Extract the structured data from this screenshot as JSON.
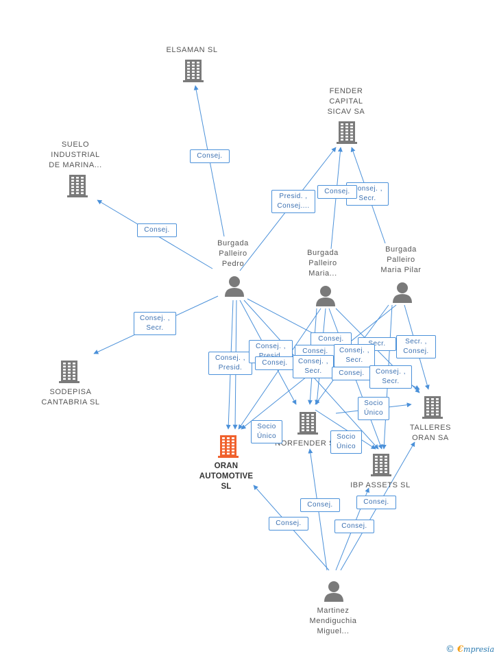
{
  "colors": {
    "edge": "#4a90d9",
    "node_gray": "#7a7a7a",
    "node_main": "#f0612d",
    "label_text": "#555555",
    "edge_label_text": "#3a6fb0"
  },
  "nodes": {
    "elsaman": {
      "label": "ELSAMAN SL",
      "icon": "building-icon"
    },
    "fender": {
      "label": "FENDER\nCAPITAL\nSICAV SA",
      "icon": "building-icon"
    },
    "suelo": {
      "label": "SUELO\nINDUSTRIAL\nDE MARINA...",
      "icon": "building-icon"
    },
    "pedro": {
      "label": "Burgada\nPalleiro\nPedro",
      "icon": "person-icon"
    },
    "maria": {
      "label": "Burgada\nPalleiro\nMaria...",
      "icon": "person-icon"
    },
    "mariapilar": {
      "label": "Burgada\nPalleiro\nMaria Pilar",
      "icon": "person-icon"
    },
    "sodepisa": {
      "label": "SODEPISA\nCANTABRIA SL",
      "icon": "building-icon"
    },
    "oran": {
      "label": "ORAN\nAUTOMOTIVE\nSL",
      "icon": "building-icon"
    },
    "norfender": {
      "label": "NORFENDER SL",
      "icon": "building-icon"
    },
    "talleres": {
      "label": "TALLERES\nORAN SA",
      "icon": "building-icon"
    },
    "ibp": {
      "label": "IBP ASSETS SL",
      "icon": "building-icon"
    },
    "martinez": {
      "label": "Martinez\nMendiguchia\nMiguel...",
      "icon": "person-icon"
    }
  },
  "edge_labels": {
    "consej": "Consej.",
    "presid_consej": "Presid. ,\nConsej....",
    "consej_secr": "Consej. ,\nSecr.",
    "secr_consej": "Secr. ,\nConsej.",
    "consej_presid": "Consej. ,\nPresid.",
    "socio_unico": "Socio\nÚnico",
    "secr": "Secr.",
    "presid": "Presid."
  },
  "footer": {
    "copyright": "©",
    "brand_e": "€",
    "brand_rest": "mpresia"
  }
}
